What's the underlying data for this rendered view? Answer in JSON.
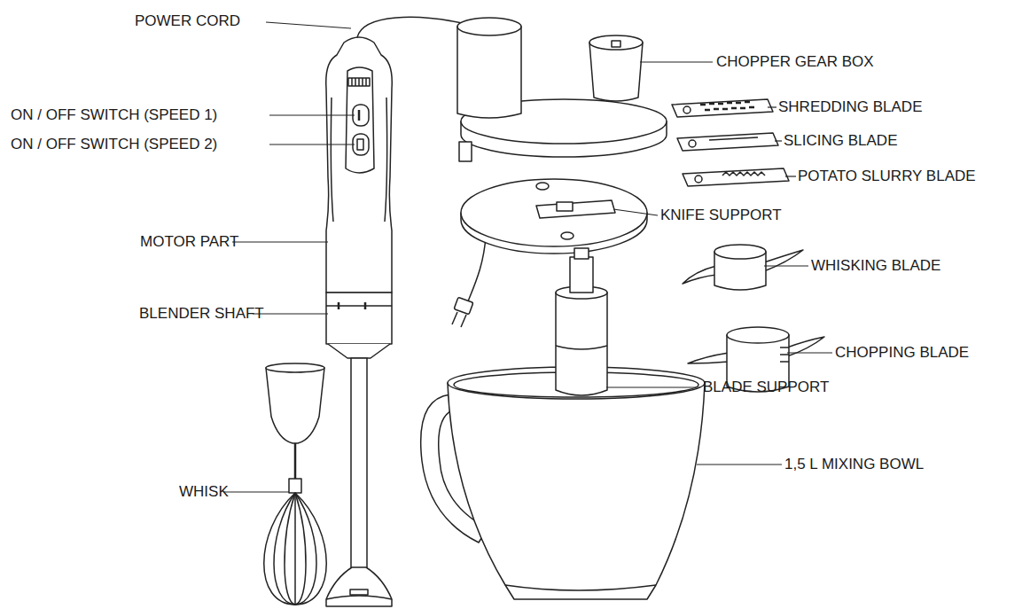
{
  "diagram": {
    "labels": [
      "POWER CORD",
      "ON / OFF SWITCH (SPEED 1)",
      "ON / OFF SWITCH (SPEED 2)",
      "MOTOR PART",
      "BLENDER SHAFT",
      "WHISK",
      "CHOPPER GEAR BOX",
      "SHREDDING BLADE",
      "SLICING BLADE",
      "POTATO SLURRY BLADE",
      "KNIFE SUPPORT",
      "WHISKING BLADE",
      "CHOPPING BLADE",
      "BLADE SUPPORT",
      "1,5 L MIXING BOWL"
    ]
  }
}
